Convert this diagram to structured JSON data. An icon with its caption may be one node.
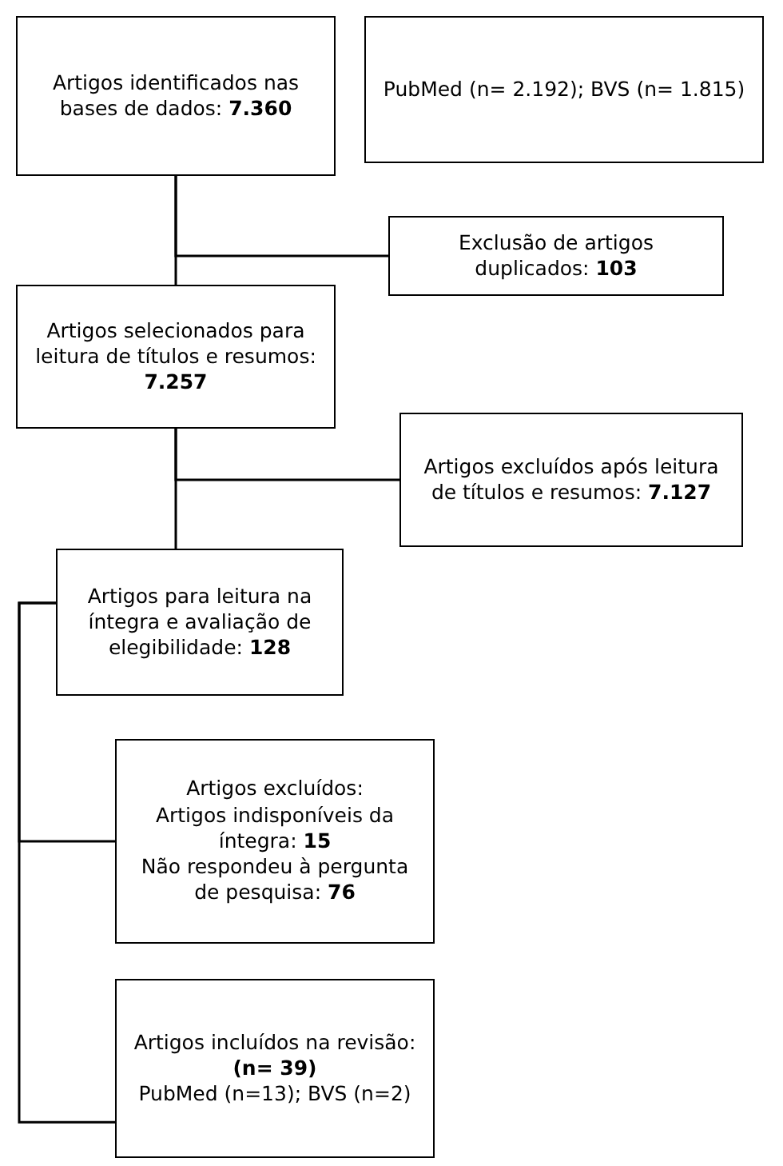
{
  "diagram": {
    "nodes": [
      {
        "text": [
          "Artigos identificados nas bases de dados: **7.360**"
        ]
      },
      {
        "text": [
          "PubMed (n= 2.192); BVS (n= 1.815)"
        ]
      },
      {
        "text": [
          "Exclusão de artigos duplicados: **103**"
        ]
      },
      {
        "text": [
          "Artigos selecionados para leitura de títulos e resumos: **7.257**"
        ]
      },
      {
        "text": [
          "Artigos excluídos após leitura de títulos e resumos: **7.127**"
        ]
      },
      {
        "text": [
          "Artigos para leitura na íntegra e avaliação de elegibilidade: **128**"
        ]
      },
      {
        "text": [
          "Artigos excluídos:",
          "Artigos indisponíveis da íntegra: **15**",
          "Não respondeu à pergunta de pesquisa: **76**"
        ]
      },
      {
        "text": [
          "Artigos incluídos na revisão: **(n= 39)**",
          "PubMed (n=13); BVS (n=2)"
        ]
      }
    ],
    "edges": [
      {
        "from": 0,
        "to": 2,
        "arrow": "none"
      },
      {
        "from": 0,
        "to": 3,
        "arrow": "none"
      },
      {
        "from": 3,
        "to": 4,
        "arrow": "none"
      },
      {
        "from": 3,
        "to": 5,
        "arrow": "none"
      },
      {
        "from": 5,
        "to": 6,
        "arrow": "none"
      },
      {
        "from": 5,
        "to": 7,
        "arrow": "none"
      }
    ]
  }
}
